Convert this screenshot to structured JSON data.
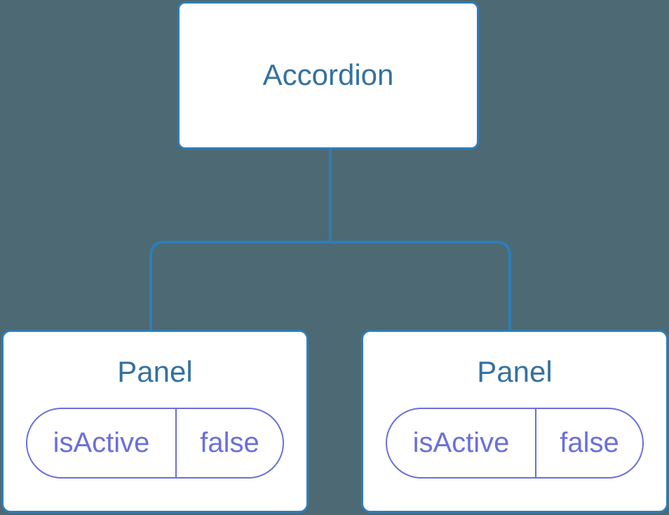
{
  "diagram": {
    "kind": "component-tree",
    "root": {
      "label": "Accordion"
    },
    "children": [
      {
        "label": "Panel",
        "state": {
          "name": "isActive",
          "value": "false"
        }
      },
      {
        "label": "Panel",
        "state": {
          "name": "isActive",
          "value": "false"
        }
      }
    ]
  },
  "colors": {
    "background": "#4D6973",
    "node_background": "#FFFFFF",
    "node_border": "#2E7DB7",
    "connector": "#2E7DB7",
    "node_text": "#35719F",
    "state_text": "#6A6FDD",
    "state_border": "#6A6FDD"
  }
}
